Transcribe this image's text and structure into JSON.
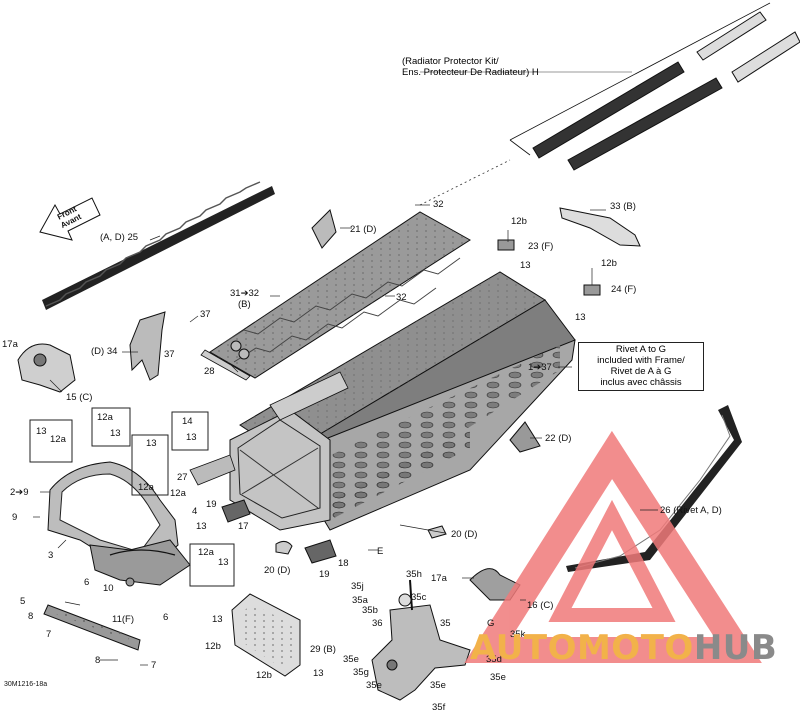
{
  "diagram_code": "30M1216-18a",
  "notes": {
    "radiator_kit_line1": "(Radiator Protector Kit/",
    "radiator_kit_line2": "Ens. Protecteur De Radiateur)  H",
    "rivet_line1": "Rivet A to G",
    "rivet_line2": "included with Frame/",
    "rivet_line3": "Rivet de A à G",
    "rivet_line4": "inclus avec châssis",
    "front_arrow_line1": "Front",
    "front_arrow_line2": "Avant"
  },
  "callouts": {
    "c32a": "32",
    "c32b": "32",
    "c21": "21 (D)",
    "c12b_a": "12b",
    "c23": "23 (F)",
    "c13_a": "13",
    "c33": "33 (B)",
    "c12b_b": "12b",
    "c24": "24 (F)",
    "c13_b": "13",
    "c25": "(A, D) 25",
    "c31": "31➔32",
    "c31b": "(B)",
    "c37a": "37",
    "c34": "(D) 34",
    "c37b": "37",
    "c17a_a": "17a",
    "c15": "15 (C)",
    "c28": "28",
    "c1": "1➔37",
    "c22": "22 (D)",
    "c26": "26 (Rivet A, D)",
    "c14": "14",
    "c13_c": "13",
    "c12a_a": "12a",
    "c13_d": "13",
    "c13_e": "13",
    "c12a_b": "12a",
    "c13_f": "13",
    "c12a_c": "12a",
    "c27": "27",
    "c12a_d": "12a",
    "c2": "2➔9",
    "c9": "9",
    "c4": "4",
    "c13_g": "13",
    "c19a": "19",
    "c17": "17",
    "c20a": "20 (D)",
    "c20b": "20 (D)",
    "c3": "3",
    "c6a": "6",
    "c12a_e": "12a",
    "c13_h": "13",
    "c10": "10",
    "c6b": "6",
    "c18": "18",
    "c19b": "19",
    "cE": "E",
    "c35h": "35h",
    "c35j": "35j",
    "c35c": "35c",
    "c35a": "35a",
    "c35b": "35b",
    "c17a_b": "17a",
    "c16": "16 (C)",
    "c5": "5",
    "c8a": "8",
    "c11": "11(F)",
    "c7a": "7",
    "c13_i": "13",
    "c12b_c": "12b",
    "c29": "29 (B)",
    "c36": "36",
    "c35": "35",
    "cG": "G",
    "c35k": "35k",
    "c35d": "35d",
    "c8b": "8",
    "c7b": "7",
    "c12b_d": "12b",
    "c13_j": "13",
    "c35e_a": "35e",
    "c35g": "35g",
    "c35e_b": "35e",
    "c35e_c": "35e",
    "c35e_d": "35e",
    "c35f": "35f"
  },
  "watermark": {
    "text_part1": "AUTOMOTO",
    "text_part2": "HUB",
    "color_orange": "#f2b24a",
    "color_gray": "#8a8a8a",
    "triangle_color": "#f07a7a"
  }
}
